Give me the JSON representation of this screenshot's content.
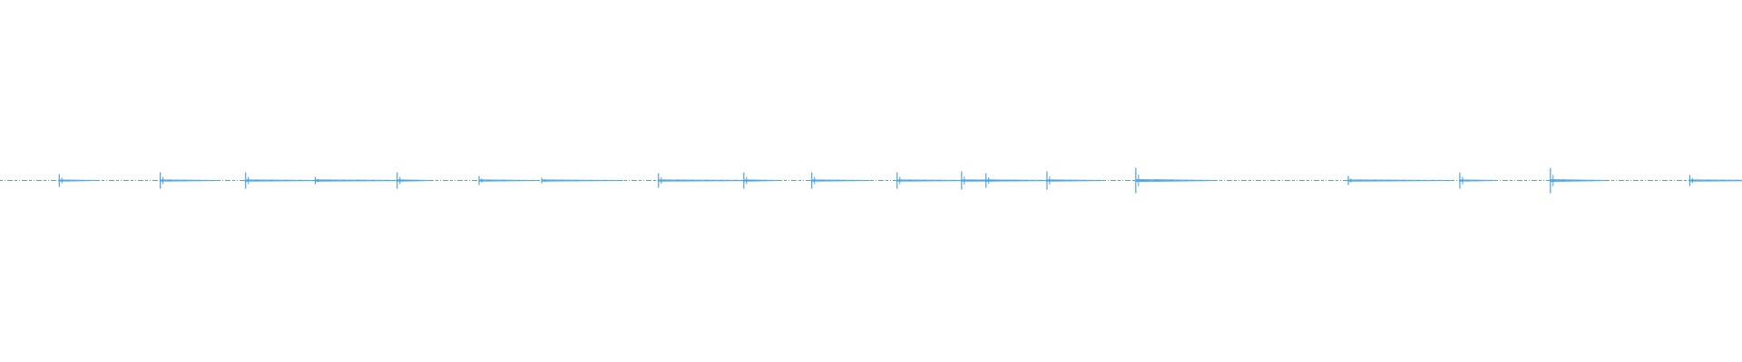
{
  "waveform": {
    "color": "#4aa3df",
    "background": "#ffffff",
    "amplitude_range": [
      -1,
      1
    ],
    "transients": [
      {
        "t": 0.034,
        "amp": 0.035
      },
      {
        "t": 0.092,
        "amp": 0.045
      },
      {
        "t": 0.141,
        "amp": 0.045
      },
      {
        "t": 0.181,
        "amp": 0.02
      },
      {
        "t": 0.228,
        "amp": 0.045
      },
      {
        "t": 0.275,
        "amp": 0.025
      },
      {
        "t": 0.311,
        "amp": 0.015
      },
      {
        "t": 0.378,
        "amp": 0.04
      },
      {
        "t": 0.427,
        "amp": 0.045
      },
      {
        "t": 0.466,
        "amp": 0.045
      },
      {
        "t": 0.515,
        "amp": 0.045
      },
      {
        "t": 0.552,
        "amp": 0.05
      },
      {
        "t": 0.566,
        "amp": 0.04
      },
      {
        "t": 0.601,
        "amp": 0.05
      },
      {
        "t": 0.652,
        "amp": 0.07
      },
      {
        "t": 0.774,
        "amp": 0.025
      },
      {
        "t": 0.838,
        "amp": 0.045
      },
      {
        "t": 0.89,
        "amp": 0.07
      },
      {
        "t": 0.97,
        "amp": 0.03
      }
    ]
  }
}
